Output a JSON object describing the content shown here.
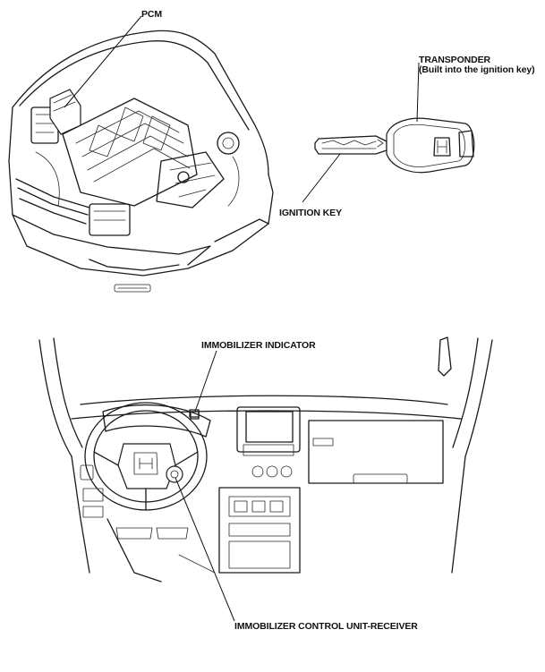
{
  "labels": {
    "pcm": "PCM",
    "transponder_line1": "TRANSPONDER",
    "transponder_line2": "(Built into the ignition key)",
    "ignition_key": "IGNITION KEY",
    "immobilizer_indicator": "IMMOBILIZER INDICATOR",
    "immobilizer_control_unit": "IMMOBILIZER CONTROL UNIT-RECEIVER"
  },
  "icons": {
    "engine_bay": "engine-bay-illustration",
    "key": "ignition-key-illustration",
    "dashboard": "dashboard-illustration",
    "brand_logo": "h-logo-icon"
  }
}
